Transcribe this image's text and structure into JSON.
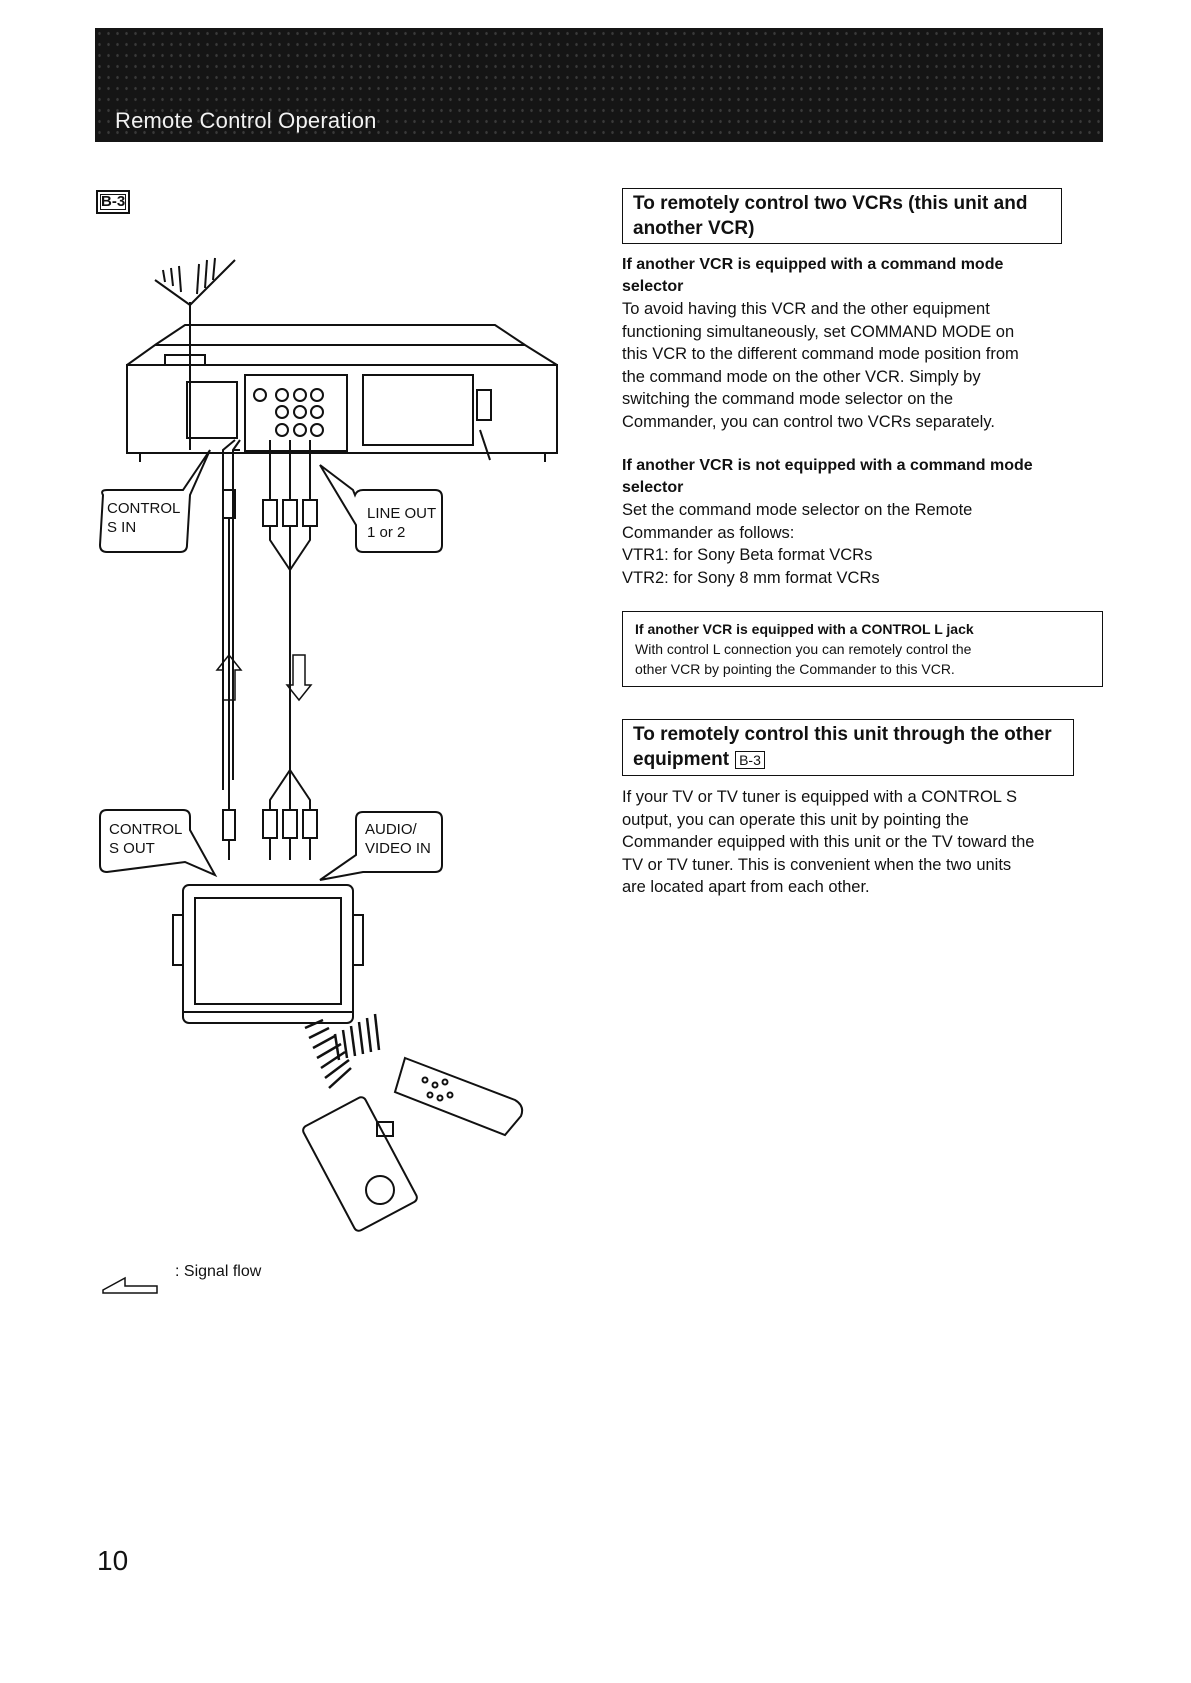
{
  "header": {
    "title": "Remote Control Operation"
  },
  "figure": {
    "ref": "B-3",
    "labels": {
      "control_s_in_1": "CONTROL",
      "control_s_in_2": "S IN",
      "line_out_1": "LINE OUT",
      "line_out_2": "1 or 2",
      "control_s_out_1": "CONTROL",
      "control_s_out_2": "S OUT",
      "audio_video_in_1": "AUDIO/",
      "audio_video_in_2": "VIDEO IN"
    },
    "legend": ": Signal flow"
  },
  "section1": {
    "title_line1": "To remotely control two VCRs (this unit and",
    "title_line2": "another VCR)",
    "sub1_line1": "If another VCR is equipped with a command mode",
    "sub1_line2": "selector",
    "para1": [
      "To avoid having this VCR and the other equipment",
      "functioning simultaneously, set COMMAND MODE on",
      "this VCR to the different command mode position from",
      "the command mode on the other VCR. Simply by",
      "switching the command mode selector on the",
      "Commander, you can control two VCRs separately."
    ],
    "sub2_line1": "If another VCR is not equipped with a command mode",
    "sub2_line2": "selector",
    "para2": [
      "Set the command mode selector on the Remote",
      "Commander as follows:",
      "VTR1: for Sony Beta format VCRs",
      "VTR2: for Sony 8 mm format VCRs"
    ],
    "note_head": "If another VCR is equipped with a CONTROL L jack",
    "note_line1": "With control L connection you can remotely control the",
    "note_line2": "other VCR by pointing the Commander to this VCR."
  },
  "section2": {
    "title_line1": "To remotely control this unit through the other",
    "title_line2": "equipment",
    "title_ref": "B-3",
    "para": [
      "If your TV or TV tuner is equipped with a CONTROL S",
      "output, you can operate this unit by pointing the",
      "Commander equipped with this unit or the TV toward the",
      "TV or TV tuner. This is convenient when the two units",
      "are located apart from each other."
    ]
  },
  "footer": {
    "page_number": "10"
  }
}
